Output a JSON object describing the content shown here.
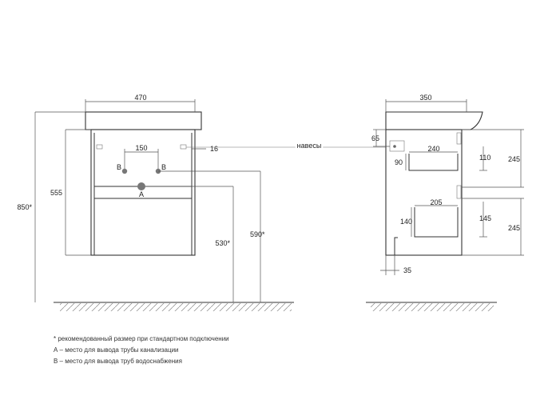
{
  "front_view": {
    "width_label": "470",
    "height_total_label": "850*",
    "height_cabinet_label": "555",
    "tap_spacing_label": "150",
    "offset_label": "16",
    "drain_height_label": "530*",
    "supply_height_label": "590*",
    "marker_supply_left": "B",
    "marker_supply_right": "B",
    "marker_drain": "A"
  },
  "hinge_label": "навесы",
  "side_view": {
    "depth_label": "350",
    "hinge_offset_label": "65",
    "shelf_upper_depth_label": "240",
    "shelf_upper_left_label": "90",
    "shelf_upper_right_label": "110",
    "compartment_upper_label": "245",
    "shelf_lower_depth_label": "205",
    "shelf_lower_left_label": "140",
    "shelf_lower_right_label": "145",
    "compartment_lower_label": "245",
    "bottom_offset_label": "35"
  },
  "notes": [
    "* рекомендованный размер при стандартном подключении",
    "А – место для вывода трубы канализации",
    "В – место для вывода труб водоснабжения"
  ]
}
